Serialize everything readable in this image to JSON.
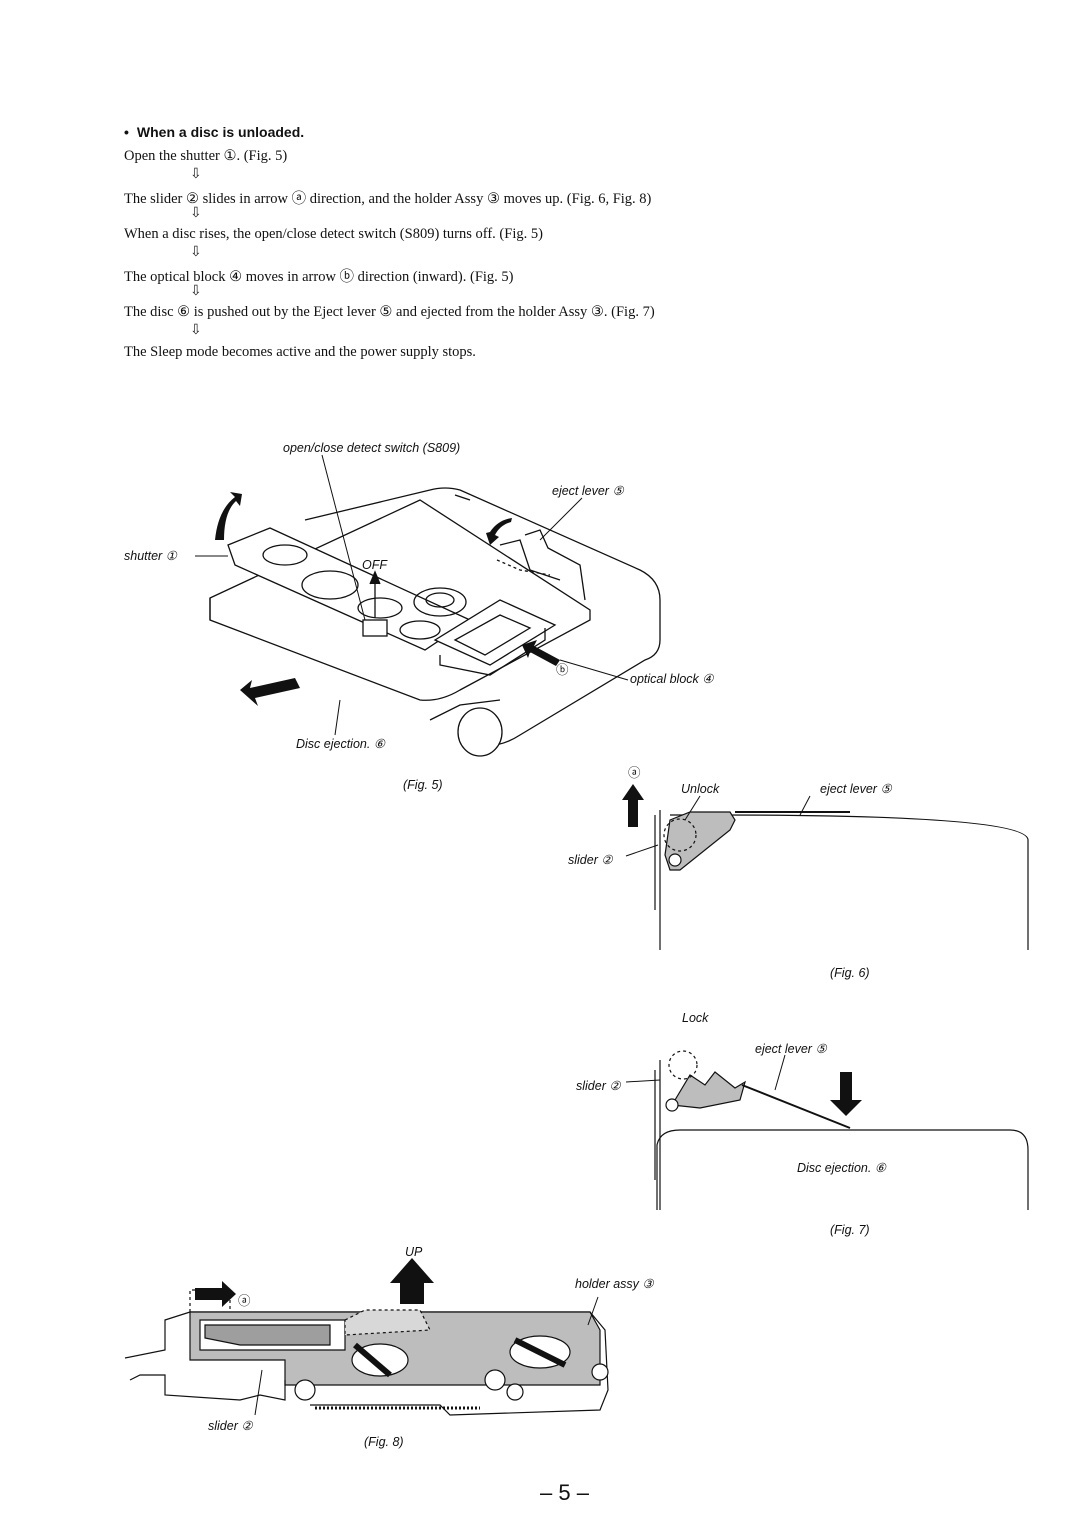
{
  "section": {
    "heading": "When a disc is unloaded.",
    "bullet": "•"
  },
  "steps": [
    "Open the shutter ①. (Fig. 5)",
    "The slider ② slides in arrow ⓐ direction, and the holder Assy ③ moves up. (Fig. 6, Fig. 8)",
    "When a disc rises, the open/close detect switch (S809) turns off. (Fig. 5)",
    "The optical block ④ moves in arrow ⓑ direction (inward). (Fig. 5)",
    "The disc ⑥ is pushed out by the Eject lever ⑤ and ejected from the holder Assy ③. (Fig. 7)",
    "The Sleep mode becomes active and the power supply stops."
  ],
  "arrow_glyph": "⇩",
  "fig5": {
    "caption": "(Fig. 5)",
    "switch_label": "open/close detect switch (S809)",
    "eject_lever": "eject lever ⑤",
    "shutter": "shutter ①",
    "off": "OFF",
    "arrow_b": "ⓑ",
    "optical_block": "optical block ④",
    "disc_ejection": "Disc ejection. ⑥"
  },
  "fig6": {
    "caption": "(Fig. 6)",
    "arrow_a": "ⓐ",
    "unlock": "Unlock",
    "eject_lever": "eject lever ⑤",
    "slider": "slider ②"
  },
  "fig7": {
    "caption": "(Fig. 7)",
    "lock": "Lock",
    "eject_lever": "eject lever ⑤",
    "slider": "slider ②",
    "disc_ejection": "Disc ejection. ⑥"
  },
  "fig8": {
    "caption": "(Fig. 8)",
    "up": "UP",
    "arrow_a": "ⓐ",
    "holder_assy": "holder assy ③",
    "slider": "slider ②"
  },
  "page_number": "– 5 –"
}
